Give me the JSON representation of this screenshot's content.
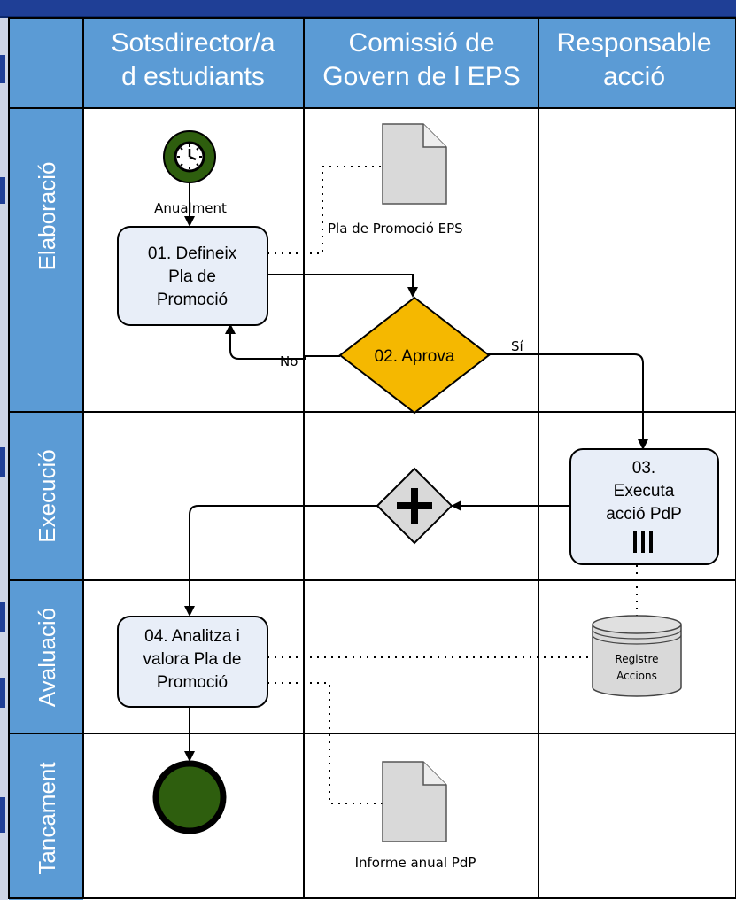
{
  "columns": {
    "col1": {
      "line1": "Sotsdirector/a",
      "line2": "d estudiants"
    },
    "col2": {
      "line1": "Comissió de",
      "line2": "Govern de l EPS"
    },
    "col3": {
      "line1": "Responsable",
      "line2": "acció"
    }
  },
  "lanes": {
    "elaboracio": "Elaboració",
    "execucio": "Execució",
    "avaluacio": "Avaluació",
    "tancament": "Tancament"
  },
  "start_event": {
    "label": "Anualment",
    "icon": "clock-icon"
  },
  "tasks": {
    "t01": {
      "line1": "01. Defineix",
      "line2": "Pla de",
      "line3": "Promoció"
    },
    "t03": {
      "line1": "03.",
      "line2": "Executa",
      "line3": "acció PdP"
    },
    "t04": {
      "line1": "04. Analitza i",
      "line2": "valora Pla de",
      "line3": "Promoció"
    }
  },
  "gateway": {
    "label": "02. Aprova",
    "yes": "Sí",
    "no": "No"
  },
  "documents": {
    "pla": "Pla de Promoció EPS",
    "informe": "Informe anual PdP"
  },
  "datastore": {
    "line1": "Registre",
    "line2": "Accions"
  },
  "colors": {
    "header_blue": "#5b9bd5",
    "task_fill": "#e8eef8",
    "gateway_yellow": "#f5b800",
    "event_green": "#2e5e0e",
    "doc_gray": "#d9d9d9",
    "top_bar": "#1f3f96"
  }
}
